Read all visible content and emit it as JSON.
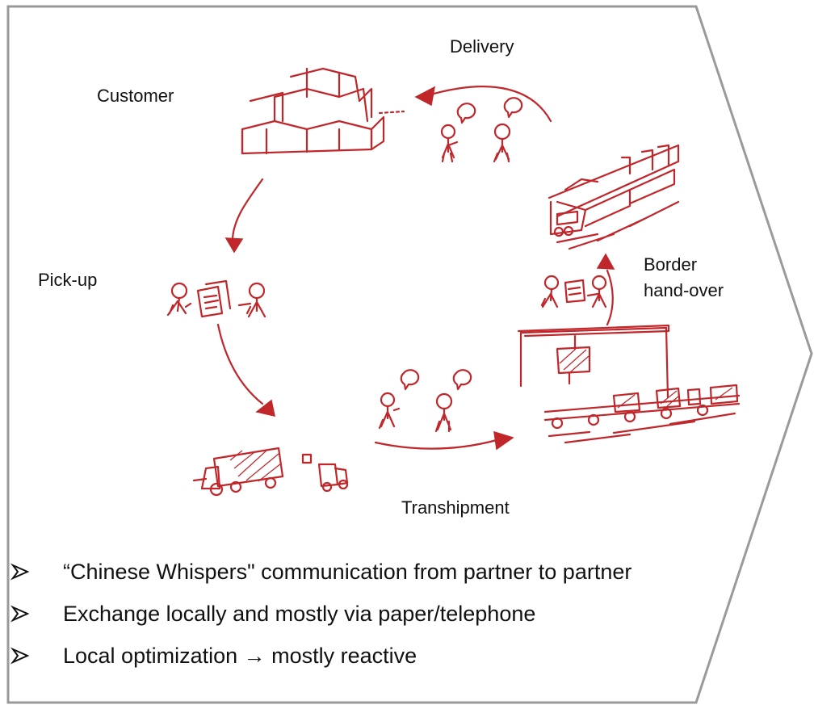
{
  "labels": {
    "delivery": "Delivery",
    "customer": "Customer",
    "pickup": "Pick-up",
    "border_line1": "Border",
    "border_line2": "hand-over",
    "transhipment": "Transhipment"
  },
  "bullets": [
    {
      "text": "“Chinese Whispers\" communication from partner to partner"
    },
    {
      "text": "Exchange locally and mostly via paper/telephone"
    },
    {
      "text": "Local optimization → mostly reactive"
    }
  ],
  "bullet_icon": "arrowhead-bullet-icon",
  "colors": {
    "sketch": "#c0262a",
    "frame": "#9a9a9a",
    "text": "#111111"
  }
}
